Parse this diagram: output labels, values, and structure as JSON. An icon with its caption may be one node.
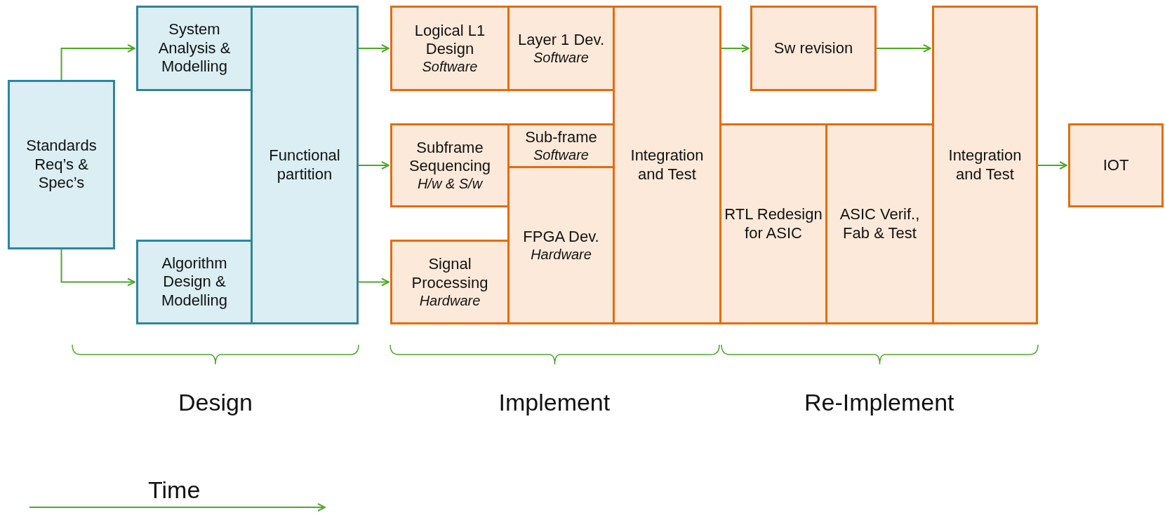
{
  "diagram": {
    "nodes": [
      {
        "text": [
          "Standards Req’s & Spec’s"
        ]
      },
      {
        "text": [
          "System Analysis & Modelling"
        ]
      },
      {
        "text": [
          "Algorithm Design & Modelling"
        ]
      },
      {
        "text": [
          "Functional partition"
        ]
      },
      {
        "text": [
          "Logical L1 Design",
          "Software"
        ]
      },
      {
        "text": [
          "Layer 1 Dev.",
          "Software"
        ]
      },
      {
        "text": [
          "Subframe Sequencing",
          "H/w & S/w"
        ]
      },
      {
        "text": [
          "Sub-frame",
          "Software"
        ]
      },
      {
        "text": [
          "Signal Processing",
          "Hardware"
        ]
      },
      {
        "text": [
          "FPGA Dev.",
          "Hardware"
        ]
      },
      {
        "text": [
          "Integration and Test"
        ]
      },
      {
        "text": [
          "Sw revision"
        ]
      },
      {
        "text": [
          "RTL Redesign for ASIC"
        ]
      },
      {
        "text": [
          "ASIC Verif., Fab & Test"
        ]
      },
      {
        "text": [
          "Integration and Test"
        ]
      },
      {
        "text": [
          "IOT"
        ]
      }
    ],
    "edges": [
      {
        "from": 0,
        "to": 1,
        "arrow": "to"
      },
      {
        "from": 0,
        "to": 2,
        "arrow": "to"
      },
      {
        "from": 3,
        "to": 4,
        "arrow": "to"
      },
      {
        "from": 3,
        "to": 6,
        "arrow": "to"
      },
      {
        "from": 3,
        "to": 8,
        "arrow": "to"
      },
      {
        "from": 10,
        "to": 11,
        "arrow": "to"
      },
      {
        "from": 11,
        "to": 14,
        "arrow": "to"
      },
      {
        "from": 14,
        "to": 15,
        "arrow": "to"
      }
    ],
    "labels": [
      "Design",
      "Implement",
      "Re-Implement",
      "Time"
    ]
  }
}
